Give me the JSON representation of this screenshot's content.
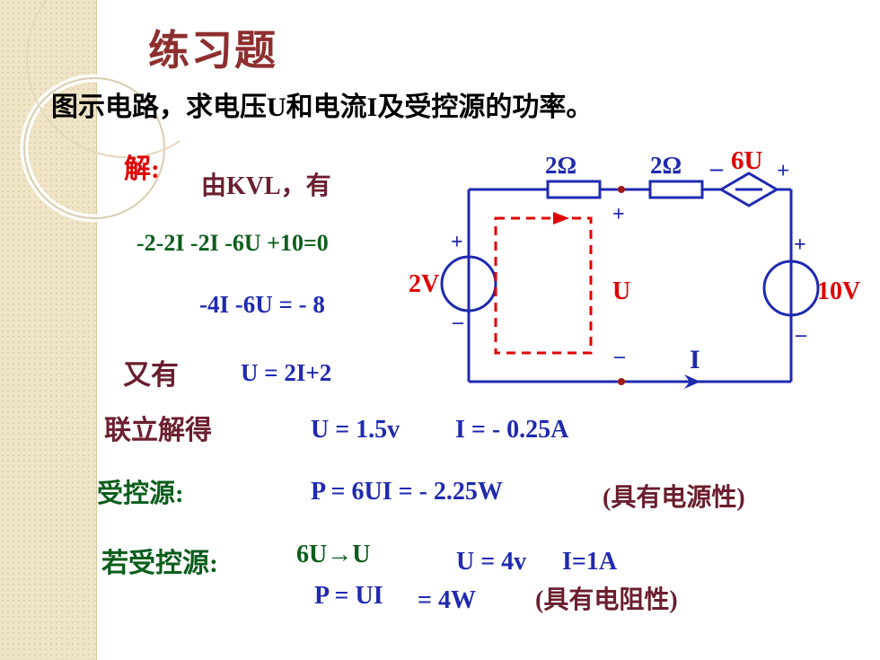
{
  "title": "练习题",
  "problem": "图示电路，求电压U和电流I及受控源的功率。",
  "solution": {
    "jie": "解:",
    "step1": "由KVL，有",
    "eq1": "-2-2I -2I -6U +10=0",
    "eq2": "-4I -6U = - 8",
    "youyou": "又有",
    "eq3": "U = 2I+2",
    "lianli": "联立解得",
    "sol_u": "U = 1.5v",
    "sol_i": "I = - 0.25A",
    "shoukong": "受控源:",
    "power1": "P = 6UI   = - 2.25W",
    "note1": "(具有电源性)",
    "ruoshou": "若受控源:",
    "replace": "6U→U",
    "new_u": "U = 4v",
    "new_i": "I=1A",
    "power2": "P = UI",
    "power2b": "= 4W",
    "note2": "(具有电阻性)"
  },
  "circuit": {
    "r1_label": "2Ω",
    "r2_label": "2Ω",
    "dep_label": "6U",
    "dep_minus": "–",
    "dep_plus": "+",
    "v1_label": "2V",
    "v2_label": "10V",
    "u_label": "U",
    "i_label": "I",
    "plus": "+",
    "minus": "–",
    "colors": {
      "wire": "#1f2ab0",
      "label_red": "#e00000",
      "loop": "#e00000"
    }
  }
}
